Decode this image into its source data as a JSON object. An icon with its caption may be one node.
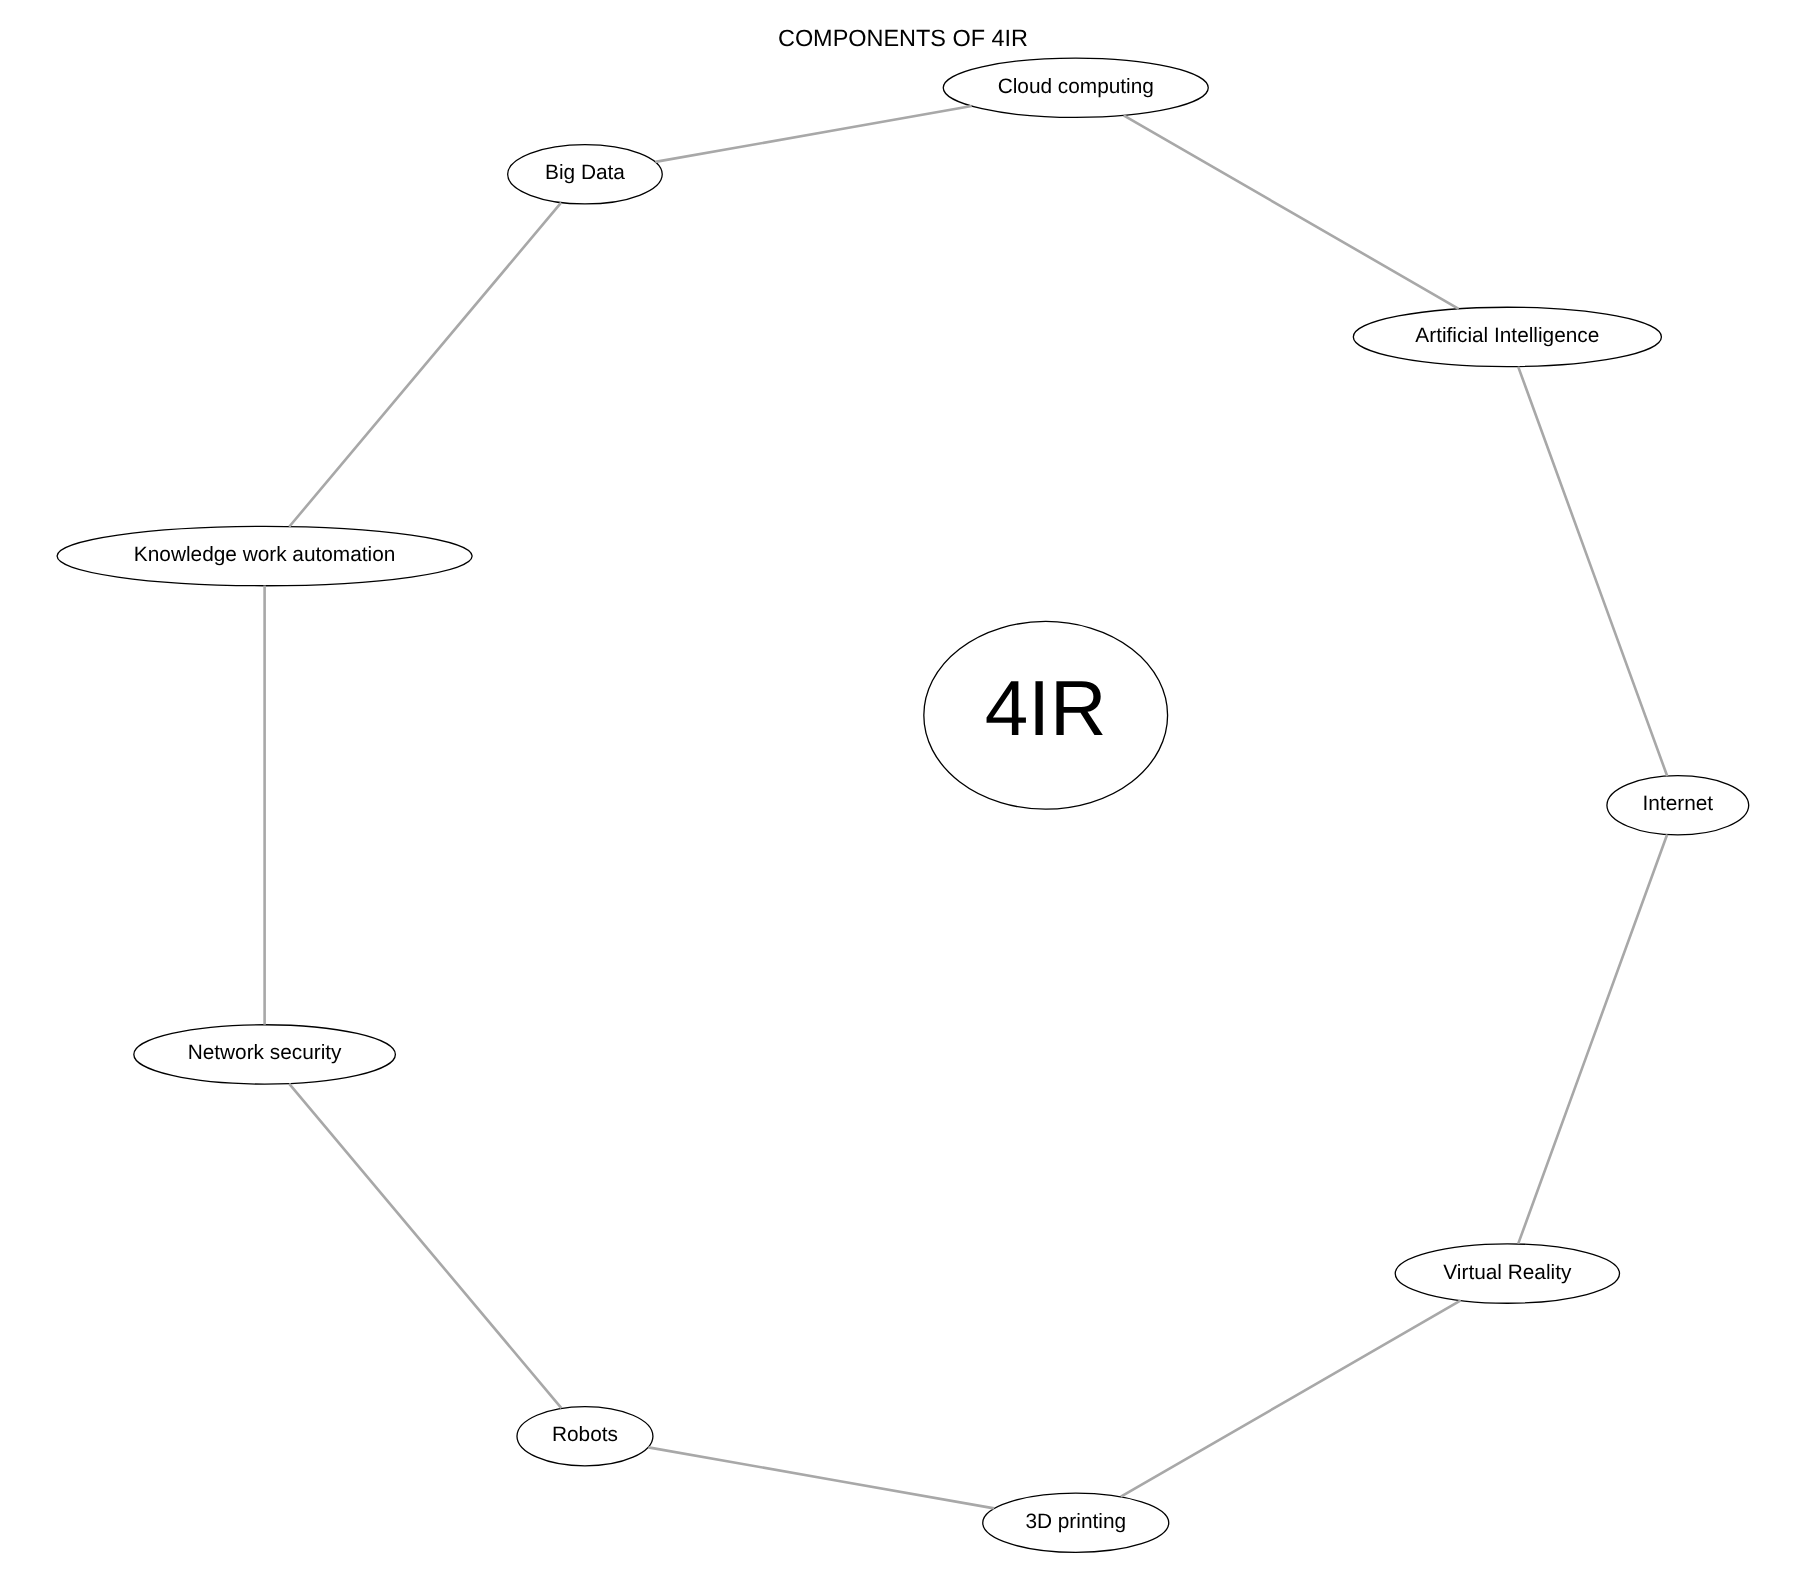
{
  "diagram": {
    "title": "COMPONENTS OF 4IR",
    "nodes": [
      {
        "text": [
          "4IR"
        ]
      },
      {
        "text": [
          "Virtual Reality"
        ]
      },
      {
        "text": [
          "3D printing"
        ]
      },
      {
        "text": [
          "Robots"
        ]
      },
      {
        "text": [
          "Network security"
        ]
      },
      {
        "text": [
          "Knowledge work automation"
        ]
      },
      {
        "text": [
          "Big Data"
        ]
      },
      {
        "text": [
          "Cloud computing"
        ]
      },
      {
        "text": [
          "Artificial Intelligence"
        ]
      },
      {
        "text": [
          "Internet"
        ]
      }
    ],
    "edges": [
      {
        "from": 1,
        "to": 2,
        "arrow": "none"
      },
      {
        "from": 2,
        "to": 3,
        "arrow": "none"
      },
      {
        "from": 3,
        "to": 4,
        "arrow": "none"
      },
      {
        "from": 4,
        "to": 5,
        "arrow": "none"
      },
      {
        "from": 5,
        "to": 6,
        "arrow": "none"
      },
      {
        "from": 6,
        "to": 7,
        "arrow": "none"
      },
      {
        "from": 7,
        "to": 8,
        "arrow": "none"
      },
      {
        "from": 8,
        "to": 9,
        "arrow": "none"
      },
      {
        "from": 9,
        "to": 1,
        "arrow": "none"
      }
    ]
  }
}
